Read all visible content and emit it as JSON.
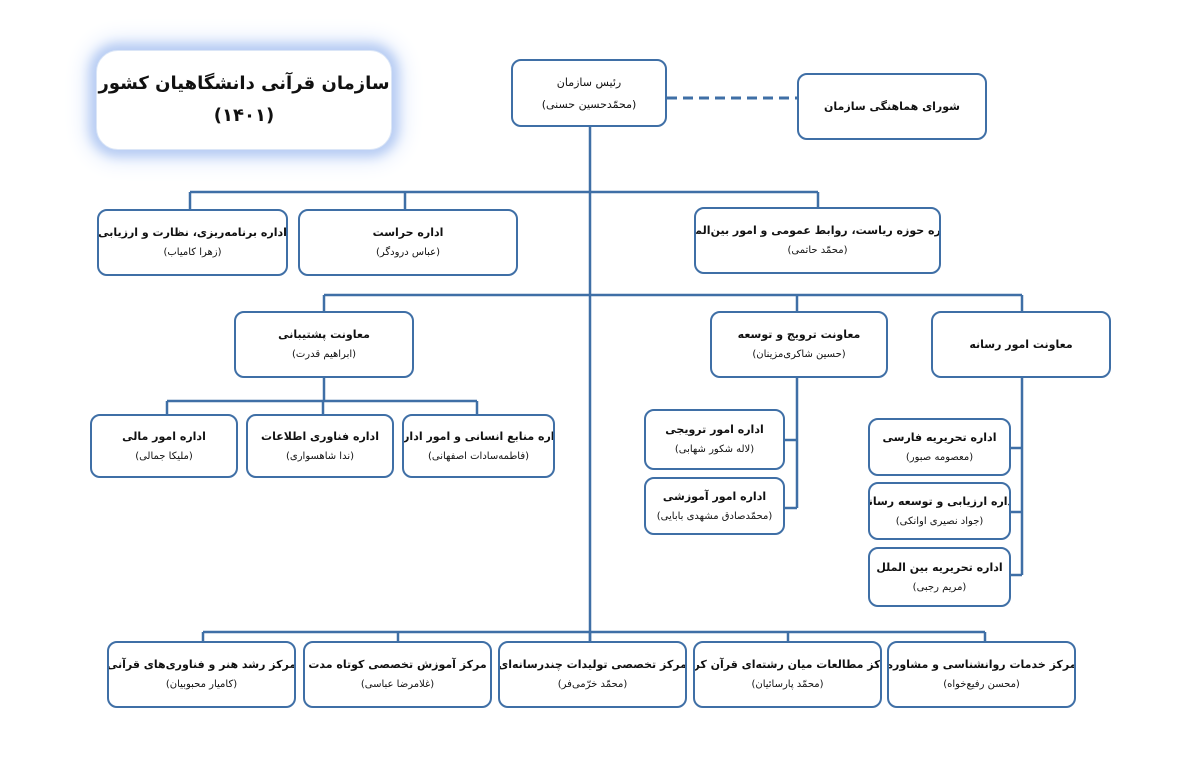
{
  "title": {
    "line1": "سازمان قرآنی دانشگاهیان کشور",
    "line2": "(۱۴۰۱)"
  },
  "colors": {
    "line": "#3f6fa6",
    "border": "#3f6fa6",
    "glow": "#b8cdf3"
  },
  "nodes": {
    "president": {
      "title": "رئیس سازمان",
      "name": "(محمّدحسین حسنی)"
    },
    "council": {
      "title": "شورای هماهنگی سازمان"
    },
    "planning": {
      "title": "اداره برنامه‌ریزی، نظارت و ارزیابی",
      "name": "(زهرا کامیاب)"
    },
    "security": {
      "title": "اداره حراست",
      "name": "(عباس درودگر)"
    },
    "office": {
      "title": "اداره حوزه ریاست، روابط عمومی و امور بین‌الملل",
      "name": "(محمّد حاتمی)"
    },
    "support": {
      "title": "معاونت پشتیبانی",
      "name": "(ابراهیم قدرت)"
    },
    "promotion": {
      "title": "معاونت ترویج و توسعه",
      "name": "(حسین شاکری‌مزینان)"
    },
    "media": {
      "title": "معاونت امور رسانه"
    },
    "finance": {
      "title": "اداره امور مالی",
      "name": "(ملیکا جمالی)"
    },
    "it": {
      "title": "اداره فناوری اطلاعات",
      "name": "(ندا شاهسواری)"
    },
    "hr": {
      "title": "اداره منابع انسانی و امور اداری",
      "name": "(فاطمه‌سادات اصفهانی)"
    },
    "promo_affairs": {
      "title": "اداره امور ترویجی",
      "name": "(لاله شکور شهابی)"
    },
    "education": {
      "title": "اداره امور آموزشی",
      "name": "(محمّدصادق مشهدی بابایی)"
    },
    "persian_edit": {
      "title": "اداره تحریریه فارسی",
      "name": "(معصومه صبور)"
    },
    "media_eval": {
      "title": "اداره ارزیابی و توسعه رسانه",
      "name": "(جواد نصیری اوانکی)"
    },
    "intl_edit": {
      "title": "اداره تحریریه بین الملل",
      "name": "(مریم رجبی)"
    },
    "art_center": {
      "title": "مرکز رشد هنر و فناوری‌های قرآنی",
      "name": "(کامیار محبوبیان)"
    },
    "training_center": {
      "title": "مرکز آموزش تخصصی کوتاه مدت",
      "name": "(غلامرضا عباسی)"
    },
    "multimedia_center": {
      "title": "مرکز تخصصی تولیدات چندرسانه‌ای",
      "name": "(محمّد خرّمی‌فر)"
    },
    "studies_center": {
      "title": "مرکز مطالعات میان رشته‌ای قرآن کریم",
      "name": "(محمّد پارسائیان)"
    },
    "counseling_center": {
      "title": "مرکز خدمات روانشناسی و مشاوره",
      "name": "(محسن رفیع‌خواه)"
    }
  }
}
